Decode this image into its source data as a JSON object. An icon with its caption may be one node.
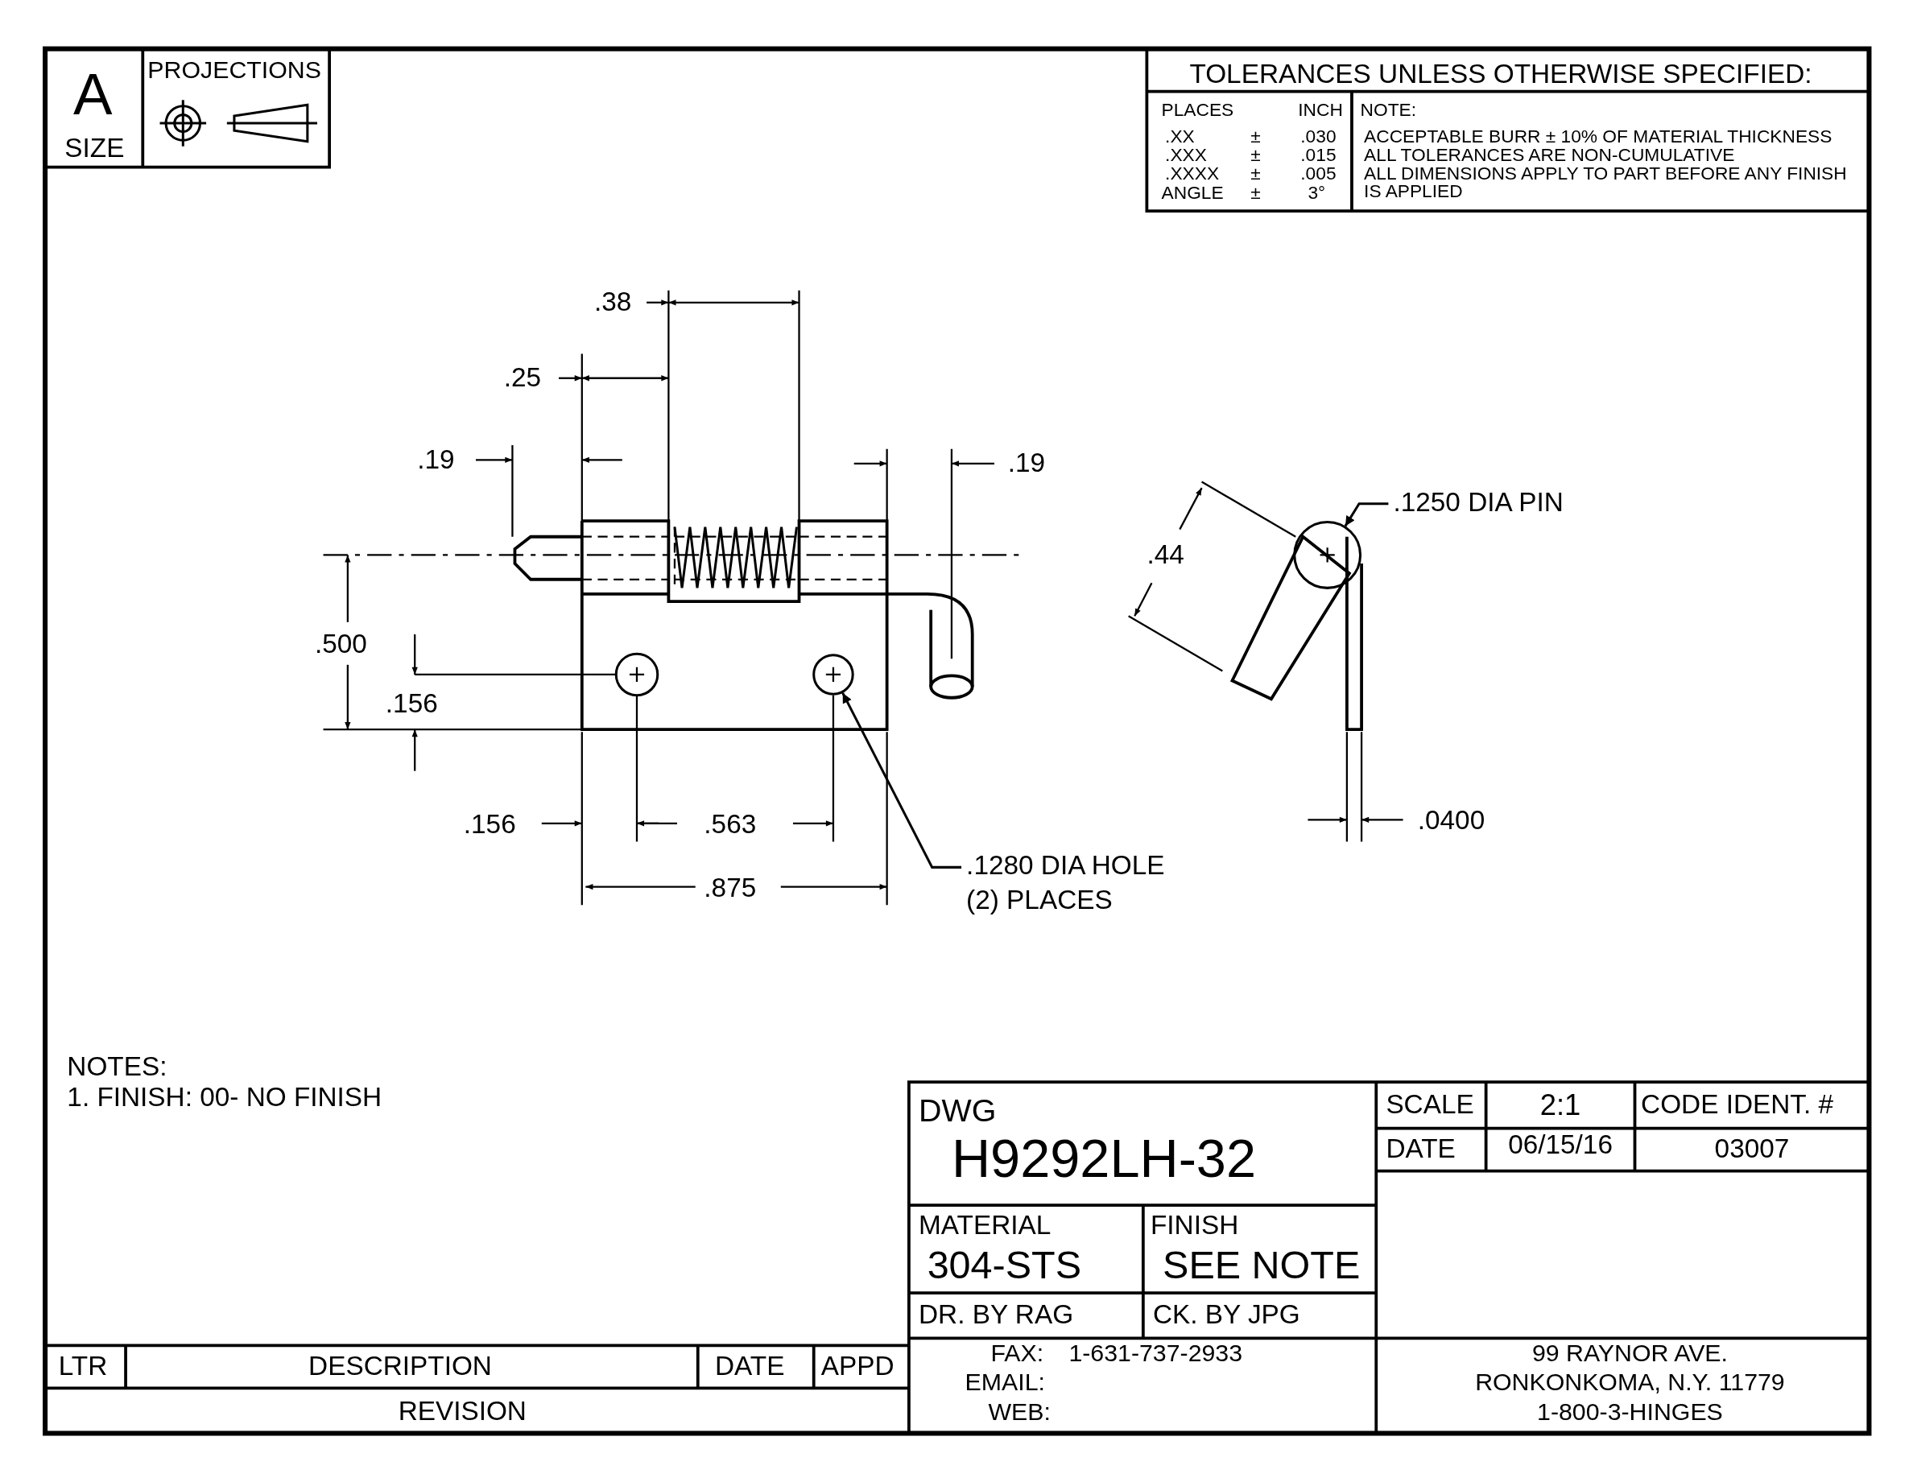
{
  "diagram": {
    "nodes": [
      {
        "text": [
          ".1280 DIA HOLE (2) PLACES"
        ]
      },
      {
        "text": [],
        "shape": "circle"
      },
      {
        "text": [
          ".1250 DIA PIN"
        ]
      },
      {
        "text": [],
        "shape": "circle"
      }
    ],
    "edges": [
      {
        "from": 0,
        "to": 1,
        "arrow": "to"
      },
      {
        "from": 2,
        "to": 3,
        "arrow": "to"
      }
    ],
    "labels": [
      "A",
      "SIZE",
      "PROJECTIONS",
      "TOLERANCES UNLESS OTHERWISE SPECIFIED:",
      "PLACES",
      "INCH",
      "NOTE:",
      ".XX",
      "±",
      ".030",
      ".XXX",
      "±",
      ".015",
      ".XXXX",
      "±",
      ".005",
      "ANGLE",
      "±",
      "3°",
      "ACCEPTABLE BURR ± 10% OF MATERIAL THICKNESS",
      "ALL TOLERANCES ARE NON-CUMULATIVE",
      "ALL DIMENSIONS APPLY TO PART BEFORE ANY FINISH IS APPLIED",
      ".38",
      ".25",
      ".19",
      ".19",
      ".44",
      ".500",
      ".156",
      ".156",
      ".563",
      ".875",
      ".0400",
      "NOTES:",
      "1. FINISH: 00- NO FINISH",
      "DWG",
      "H9292LH-32",
      "SCALE",
      "2:1",
      "CODE IDENT. #",
      "DATE",
      "06/15/16",
      "03007",
      "MATERIAL",
      "304-STS",
      "FINISH",
      "SEE NOTE",
      "DR. BY RAG",
      "CK. BY JPG",
      "LTR",
      "DESCRIPTION",
      "DATE",
      "APPD",
      "REVISION",
      "FAX:",
      "1-631-737-2933",
      "EMAIL:",
      "WEB:",
      "99 RAYNOR AVE.",
      "RONKONKOMA, N.Y. 11779",
      "1-800-3-HINGES"
    ]
  }
}
